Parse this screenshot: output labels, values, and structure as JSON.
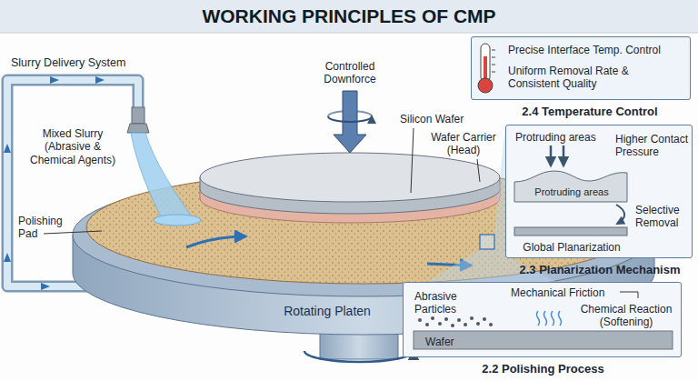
{
  "diagram": {
    "title": "WORKING PRINCIPLES OF CMP",
    "nodes": [
      {
        "text": [
          "Precise Interface Temp. Control",
          "Uniform Removal Rate & Consistent Quality",
          "2.4 Temperature Control"
        ]
      },
      {
        "text": [
          "Protruding areas",
          "Higher Contact Pressure",
          "Protruding areas",
          "Selective Removal",
          "Global Planarization",
          "2.3 Planarization Mechanism"
        ]
      },
      {
        "text": [
          "Abrasive Particles",
          "Mechanical Friction",
          "Chemical Reaction (Softening)",
          "Wafer",
          "2.2 Polishing Process"
        ]
      }
    ],
    "labels": [
      "Slurry Delivery System",
      "Controlled Downforce",
      "Silicon Wafer",
      "Wafer Carrier (Head)",
      "Mixed Slurry (Abrasive & Chemical Agents)",
      "Polishing Pad",
      "Rotating Platen"
    ]
  }
}
